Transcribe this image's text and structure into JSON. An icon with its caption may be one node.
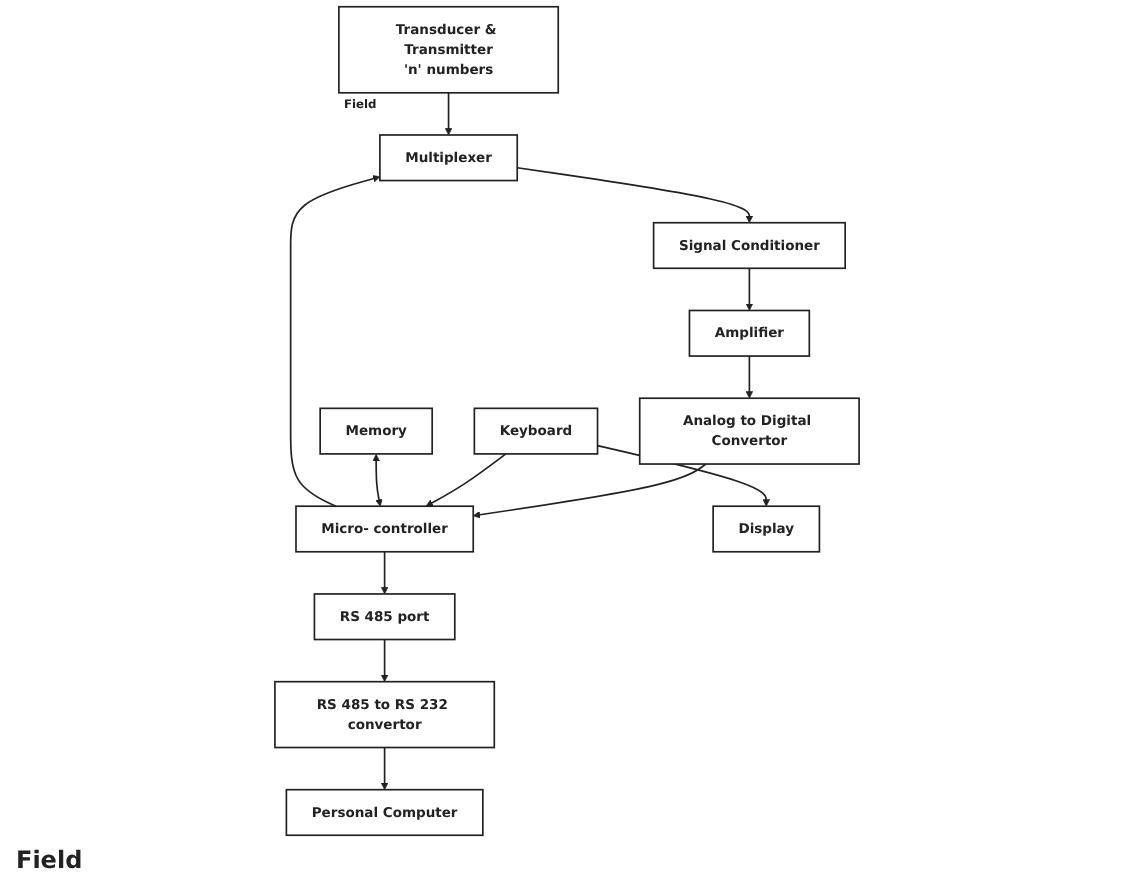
{
  "diagram": {
    "nodes": [
      {
        "text": [
          "Transducer & Transmitter",
          "'n' numbers"
        ],
        "beside": [
          "Field"
        ]
      },
      {
        "text": [
          "Signal Conditioner"
        ]
      },
      {
        "text": [
          "Amplifier"
        ]
      },
      {
        "text": [
          "Analog to Digital Convertor"
        ]
      },
      {
        "text": [
          "Display"
        ]
      },
      {
        "text": [
          "Multiplexer"
        ]
      },
      {
        "text": [
          "Micro- controller"
        ]
      },
      {
        "text": [
          "Memory"
        ]
      },
      {
        "text": [
          "Keyboard"
        ]
      },
      {
        "text": [
          "RS 485 port"
        ]
      },
      {
        "text": [
          "RS 485 to RS 232 convertor"
        ]
      },
      {
        "text": [
          "Personal Computer"
        ]
      }
    ],
    "edges": [
      {
        "from": 0,
        "to": 5,
        "arrow": "to"
      },
      {
        "from": 5,
        "to": 1,
        "arrow": "to"
      },
      {
        "from": 1,
        "to": 2,
        "arrow": "to"
      },
      {
        "from": 2,
        "to": 3,
        "arrow": "to"
      },
      {
        "from": 3,
        "to": 6,
        "arrow": "to"
      },
      {
        "from": 8,
        "to": 4,
        "arrow": "to"
      },
      {
        "from": 8,
        "to": 6,
        "arrow": "to"
      },
      {
        "from": 6,
        "to": 5,
        "arrow": "to"
      },
      {
        "from": 7,
        "to": 6,
        "arrow": "both"
      },
      {
        "from": 6,
        "to": 9,
        "arrow": "to"
      },
      {
        "from": 9,
        "to": 10,
        "arrow": "to"
      },
      {
        "from": 10,
        "to": 11,
        "arrow": "to"
      }
    ],
    "labels": [
      "Field"
    ]
  }
}
